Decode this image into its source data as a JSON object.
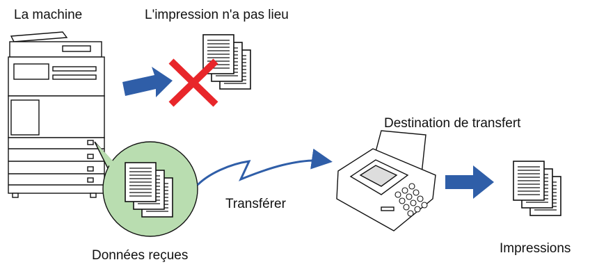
{
  "labels": {
    "machine": "La machine",
    "no_print": "L'impression n'a pas lieu",
    "destination": "Destination de transfert",
    "transfer": "Transférer",
    "received": "Données reçues",
    "prints": "Impressions"
  },
  "colors": {
    "arrow_blue": "#2f5ea8",
    "cross_red": "#e8262a",
    "bubble_green": "#b9ddb0",
    "line_blue": "#2f5ea8"
  }
}
